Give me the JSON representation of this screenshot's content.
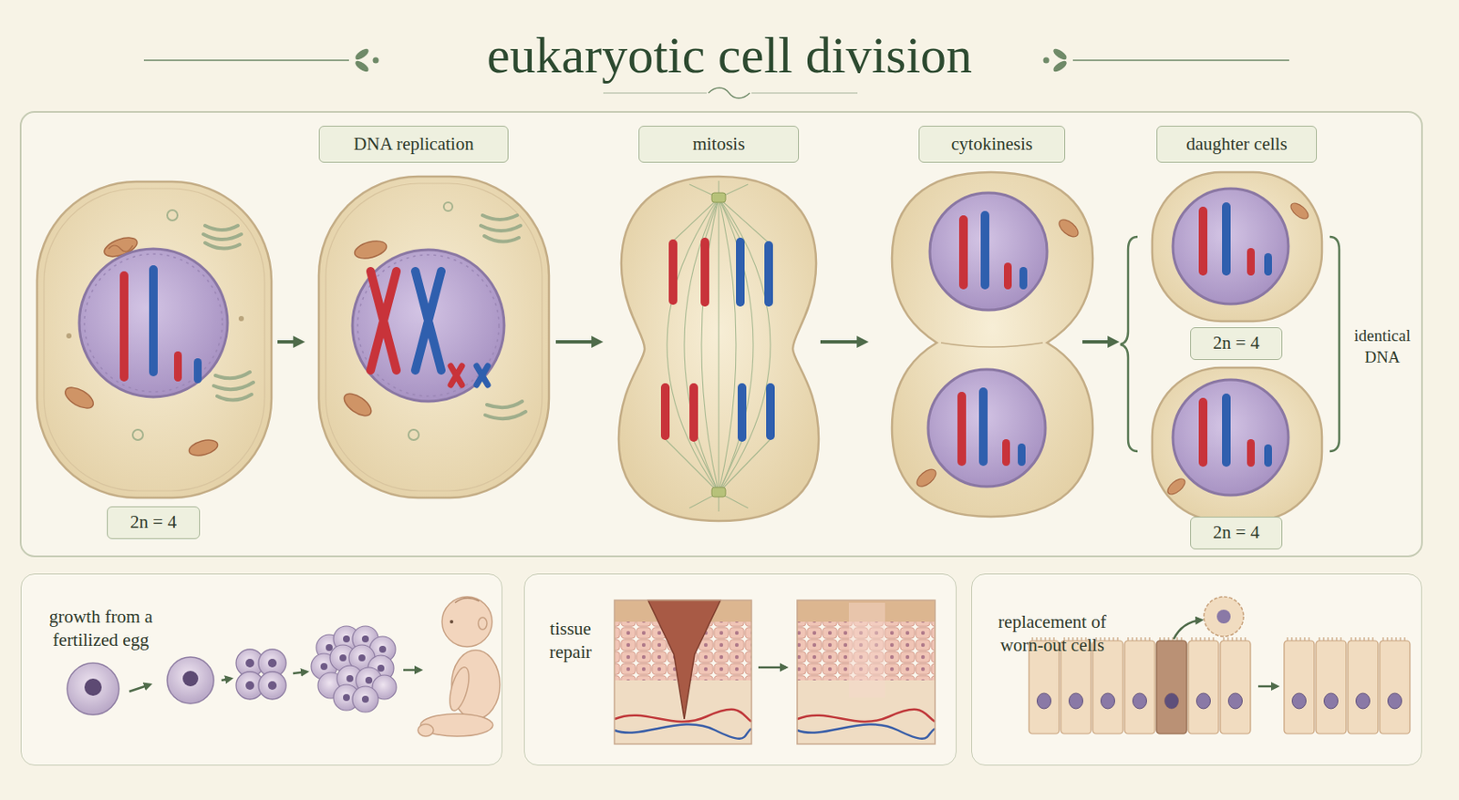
{
  "diagram": {
    "title": "eukaryotic cell division",
    "nodes": [
      {
        "text": [
          "DNA replication"
        ]
      },
      {
        "text": [
          "mitosis"
        ]
      },
      {
        "text": [
          "cytokinesis"
        ]
      },
      {
        "text": [
          "daughter cells"
        ]
      },
      {
        "text": [
          "2n = 4"
        ]
      },
      {
        "text": [
          "2n = 4"
        ]
      },
      {
        "text": [
          "2n = 4"
        ]
      },
      {
        "text": [
          "growth from a fertilized egg"
        ]
      },
      {
        "text": [
          "tissue repair"
        ]
      },
      {
        "text": [
          "replacement of worn-out cells"
        ]
      }
    ],
    "labels": [
      "identical DNA"
    ]
  }
}
